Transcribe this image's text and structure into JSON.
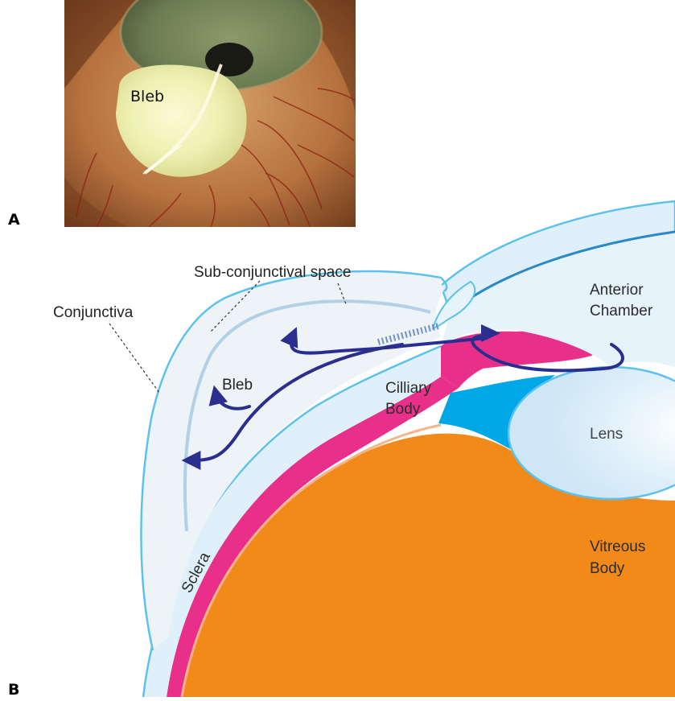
{
  "panels": {
    "a": {
      "letter": "A",
      "photo_label": "Bleb"
    },
    "b": {
      "letter": "B",
      "labels": {
        "sub_conjunctival_space": "Sub-conjunctival space",
        "conjunctiva": "Conjunctiva",
        "bleb": "Bleb",
        "anterior_line1": "Anterior",
        "anterior_line2": "Chamber",
        "ciliary_line1": "Cilliary",
        "ciliary_line2": "Body",
        "lens": "Lens",
        "vitreous_line1": "Vitreous",
        "vitreous_line2": "Body",
        "sclera": "Sclera"
      }
    }
  },
  "colors": {
    "vitreous": "#f28a1a",
    "ciliary": "#e8308a",
    "sclera": "#dff0fa",
    "outline": "#5cc2ec",
    "aqueous": "#00a7e6",
    "arrows": "#2a2f8f",
    "bleb_fill": "#eef3f7",
    "chamber": "#e6f3fb"
  }
}
